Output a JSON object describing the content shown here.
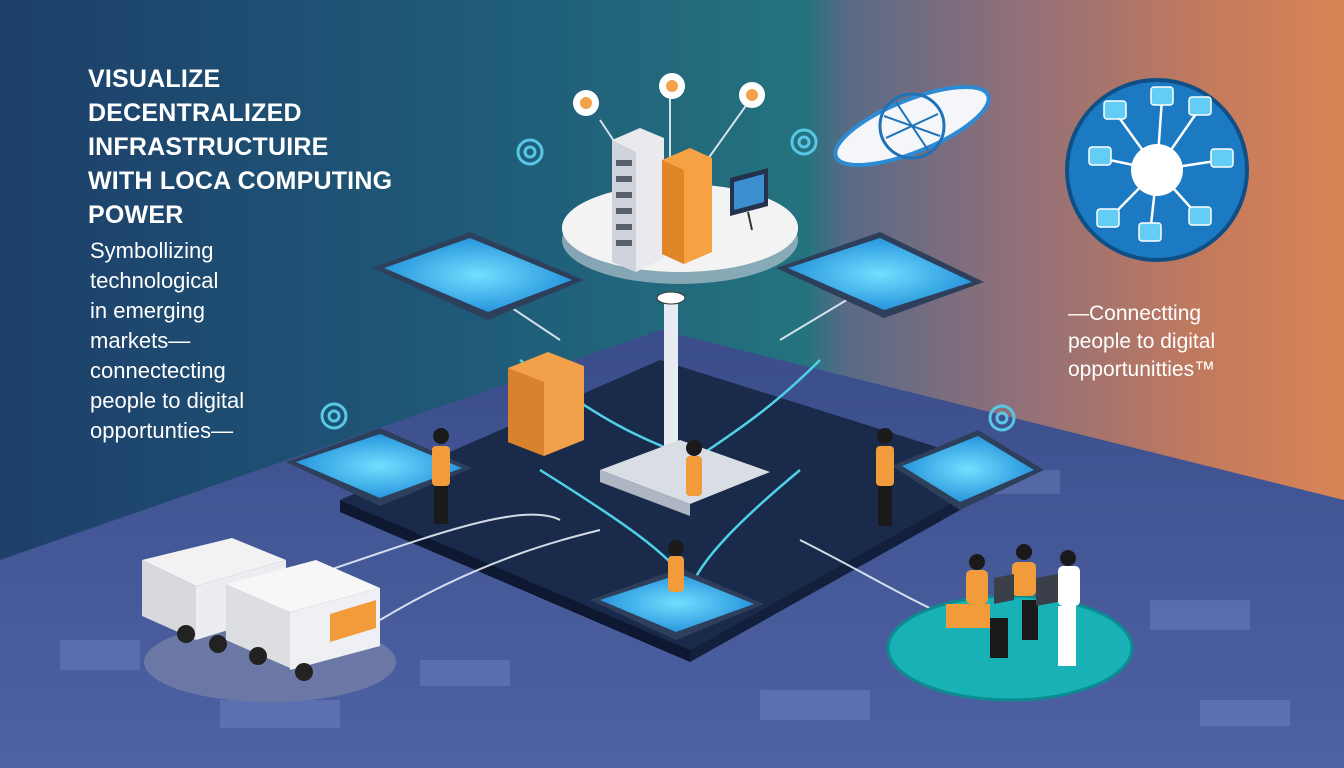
{
  "headline": {
    "line1": "VISUALIZE",
    "line2": "DECENTRALIZED",
    "line3": "INFRASTRUCTUIRE",
    "line4": "WITH LOCA COMPUTING",
    "line5": "POWER"
  },
  "subtitle_left": {
    "line1": "Symbollizing",
    "line2": "technological",
    "line3": "in emerging",
    "line4": "markets—",
    "line5": "connectecting",
    "line6": "people to digital",
    "line7": "opportunties—"
  },
  "subtitle_right": {
    "line1": "—Connectting",
    "line2": "people to digital",
    "line3": "opportunitties™"
  },
  "colors": {
    "accent_blue": "#2fb4e8",
    "accent_orange": "#f29b3a",
    "teal_platform": "#1fb3b8",
    "white": "#ffffff"
  },
  "icons": [
    "server-rack-icon",
    "satellite-dish-icon",
    "network-hub-icon",
    "truck-icon",
    "people-icon",
    "laptop-icon"
  ]
}
